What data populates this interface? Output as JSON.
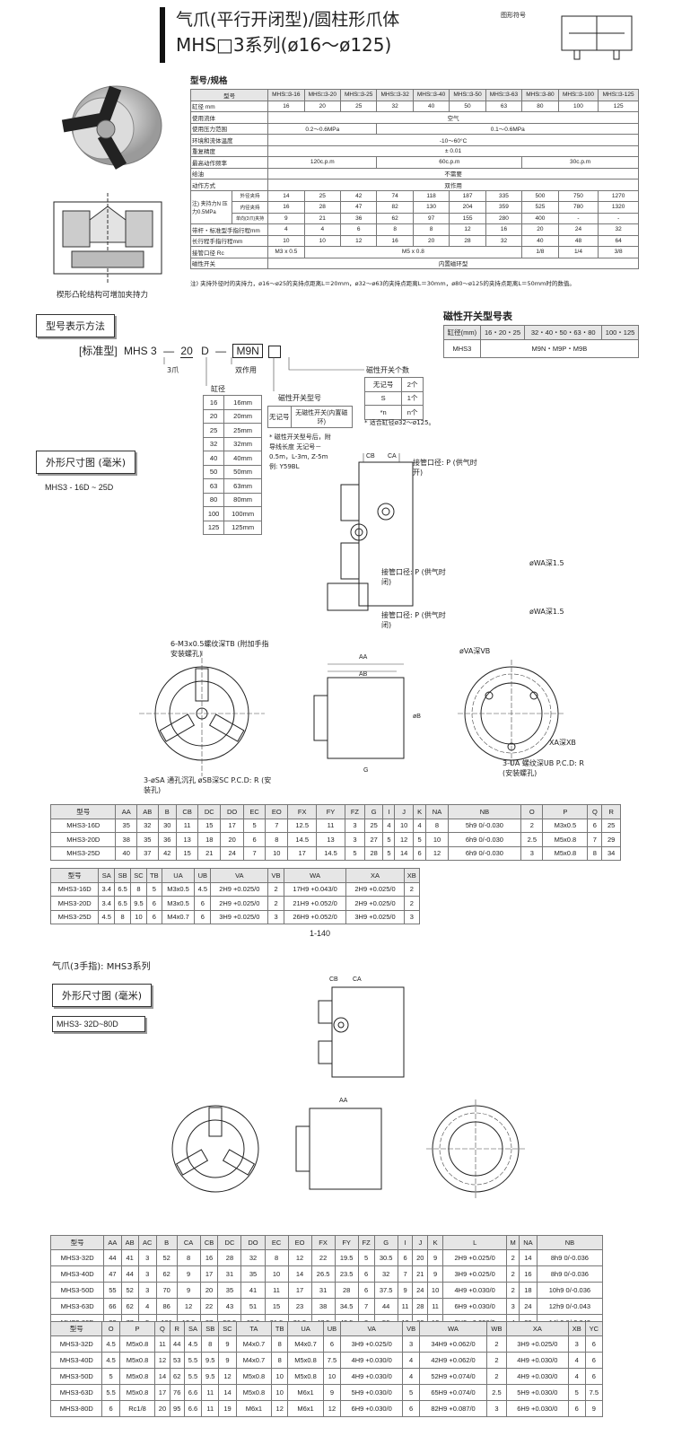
{
  "header": {
    "title1": "气爪(平行开闭型)/圆柱形爪体",
    "title2": "MHS□3系列(ø16～ø125)",
    "symbol_label": "图形符号"
  },
  "spec": {
    "section_title": "型号/规格",
    "rows": [
      [
        "型号",
        "MHS□3-16",
        "MHS□3-20",
        "MHS□3-25",
        "MHS□3-32",
        "MHS□3-40",
        "MHS□3-50",
        "MHS□3-63",
        "MHS□3-80",
        "MHS□3-100",
        "MHS□3-125"
      ],
      [
        "缸径 mm",
        "16",
        "20",
        "25",
        "32",
        "40",
        "50",
        "63",
        "80",
        "100",
        "125"
      ]
    ],
    "medium_label": "使用流体",
    "medium": "空气",
    "pressure_label": "使用压力范围",
    "pressure_a": "0.2～0.6MPa",
    "pressure_b": "0.1～0.6MPa",
    "temp_label": "环境和流体温度",
    "temp": "-10～60°C",
    "repeat_label": "重复精度",
    "repeat": "± 0.01",
    "freq_label": "最高动作频率",
    "freq_a": "120c.p.m",
    "freq_b": "60c.p.m",
    "freq_c": "30c.p.m",
    "lube_label": "给油",
    "lube": "不需要",
    "action_label": "动作方式",
    "action": "双作用",
    "force_label": "注) 夹持力N 压力0.5MPa",
    "force_out_label": "外径夹持",
    "force_in_label": "内径夹持",
    "force_r_label": "单向(3爪)夹持",
    "force_out": [
      "14",
      "25",
      "42",
      "74",
      "118",
      "187",
      "335",
      "500",
      "750",
      "1270"
    ],
    "force_in": [
      "16",
      "28",
      "47",
      "82",
      "130",
      "204",
      "359",
      "525",
      "780",
      "1320"
    ],
    "force_r": [
      "9",
      "21",
      "36",
      "62",
      "97",
      "155",
      "280",
      "400",
      "-",
      "-"
    ],
    "stroke1_label": "带杆・标准型手指行程mm",
    "stroke1": [
      "4",
      "4",
      "6",
      "8",
      "8",
      "12",
      "16",
      "20",
      "24",
      "32"
    ],
    "stroke2_label": "长行程手指行程mm",
    "stroke2": [
      "10",
      "10",
      "12",
      "16",
      "20",
      "28",
      "32",
      "40",
      "48",
      "64"
    ],
    "port_label": "接管口径 Rc",
    "port_a": "M3 x 0.5",
    "port_b": "M5 x 0.8",
    "port_c": "1/8",
    "port_d": "1/4",
    "port_e": "3/8",
    "switch_label": "磁性开关",
    "switch": "内置磁环型",
    "note": "注) 夹持外径时的夹持力，ø16～ø25的夹持点距离L＝20mm，ø32～ø63的夹持点距离L＝30mm，ø80～ø125的夹持点距离L＝50mm时的数值。",
    "photo_caption": "楔形凸轮结构可增加夹持力"
  },
  "order": {
    "section_title": "型号表示方法",
    "code_std": "[标准型]",
    "code_mhs": "MHS",
    "code_3": "3",
    "code_dash1": "—",
    "code_bore": "20",
    "code_d": "D",
    "code_dash2": "—",
    "code_sw": "M9N",
    "label_3claw": "3爪",
    "label_double": "双作用",
    "bore_title": "缸径",
    "bores": [
      [
        "16",
        "16mm"
      ],
      [
        "20",
        "20mm"
      ],
      [
        "25",
        "25mm"
      ],
      [
        "32",
        "32mm"
      ],
      [
        "40",
        "40mm"
      ],
      [
        "50",
        "50mm"
      ],
      [
        "63",
        "63mm"
      ],
      [
        "80",
        "80mm"
      ],
      [
        "100",
        "100mm"
      ],
      [
        "125",
        "125mm"
      ]
    ],
    "sw_title": "磁性开关型号",
    "sw_none_key": "无记号",
    "sw_none_val": "无磁性开关(内置磁环)",
    "sw_note": "* 磁性开关型号后，附导线长度 无记号－0.5m，L-3m, Z-5m 例: Y59BL",
    "qty_title": "磁性开关个数",
    "qty": [
      [
        "无记号",
        "2个"
      ],
      [
        "S",
        "1个"
      ],
      [
        "*n",
        "n个"
      ]
    ],
    "qty_note": "* 适合缸径ø32～ø125。"
  },
  "switch_table": {
    "title": "磁性开关型号表",
    "head": [
      "缸径(mm)",
      "16・20・25",
      "32・40・50・63・80",
      "100・125"
    ],
    "row": [
      "MHS3",
      "M9N・M9P・M9B"
    ]
  },
  "dim1": {
    "section_title": "外形尺寸图 (毫米)",
    "range": "MHS3 - 16D ~ 25D",
    "callouts": {
      "port_open": "接管口径: P (供气时开)",
      "port_close": "接管口径: P (供气时闭)",
      "port_close2": "接管口径: P (供气时闭)",
      "mount": "6-M3x0.5螺纹深TB (附加手指安装螺孔)",
      "sa": "3-øSA 通孔沉孔 øSB深SC P.C.D: R (安装孔)",
      "wa": "øWA深1.5",
      "wa2": "øWA深1.5",
      "va": "øVA深VB",
      "xa": "XA深XB",
      "ua": "3-UA 螺纹深UB P.C.D: R (安装螺孔)"
    },
    "table1_head": [
      "型号",
      "AA",
      "AB",
      "B",
      "CB",
      "DC",
      "DO",
      "EC",
      "EO",
      "FX",
      "FY",
      "FZ",
      "G",
      "I",
      "J",
      "K",
      "NA",
      "NB",
      "O",
      "P",
      "Q",
      "R"
    ],
    "table1": [
      [
        "MHS3-16D",
        "35",
        "32",
        "30",
        "11",
        "15",
        "17",
        "5",
        "7",
        "12.5",
        "11",
        "3",
        "25",
        "4",
        "10",
        "4",
        "8",
        "5h9 0/-0.030",
        "2",
        "M3x0.5",
        "6",
        "25"
      ],
      [
        "MHS3-20D",
        "38",
        "35",
        "36",
        "13",
        "18",
        "20",
        "6",
        "8",
        "14.5",
        "13",
        "3",
        "27",
        "5",
        "12",
        "5",
        "10",
        "6h9 0/-0.030",
        "2.5",
        "M5x0.8",
        "7",
        "29"
      ],
      [
        "MHS3-25D",
        "40",
        "37",
        "42",
        "15",
        "21",
        "24",
        "7",
        "10",
        "17",
        "14.5",
        "5",
        "28",
        "5",
        "14",
        "6",
        "12",
        "6h9 0/-0.030",
        "3",
        "M5x0.8",
        "8",
        "34"
      ]
    ],
    "table2_head": [
      "型号",
      "SA",
      "SB",
      "SC",
      "TB",
      "UA",
      "UB",
      "VA",
      "VB",
      "WA",
      "XA",
      "XB"
    ],
    "table2": [
      [
        "MHS3-16D",
        "3.4",
        "6.5",
        "8",
        "5",
        "M3x0.5",
        "4.5",
        "2H9 +0.025/0",
        "2",
        "17H9 +0.043/0",
        "2H9 +0.025/0",
        "2"
      ],
      [
        "MHS3-20D",
        "3.4",
        "6.5",
        "9.5",
        "6",
        "M3x0.5",
        "6",
        "2H9 +0.025/0",
        "2",
        "21H9 +0.052/0",
        "2H9 +0.025/0",
        "2"
      ],
      [
        "MHS3-25D",
        "4.5",
        "8",
        "10",
        "6",
        "M4x0.7",
        "6",
        "3H9 +0.025/0",
        "3",
        "26H9 +0.052/0",
        "3H9 +0.025/0",
        "3"
      ]
    ],
    "page_no": "1-140"
  },
  "dim2": {
    "series_title": "气爪(3手指): MHS3系列",
    "section_title": "外形尺寸图 (毫米)",
    "range": "MHS3- 32D~80D",
    "table1_head": [
      "型号",
      "AA",
      "AB",
      "AC",
      "B",
      "CA",
      "CB",
      "DC",
      "DO",
      "EC",
      "EO",
      "FX",
      "FY",
      "FZ",
      "G",
      "I",
      "J",
      "K",
      "L",
      "M",
      "NA",
      "NB"
    ],
    "table1": [
      [
        "MHS3-32D",
        "44",
        "41",
        "3",
        "52",
        "8",
        "16",
        "28",
        "32",
        "8",
        "12",
        "22",
        "19.5",
        "5",
        "30.5",
        "6",
        "20",
        "9",
        "2H9 +0.025/0",
        "2",
        "14",
        "8h9 0/-0.036"
      ],
      [
        "MHS3-40D",
        "47",
        "44",
        "3",
        "62",
        "9",
        "17",
        "31",
        "35",
        "10",
        "14",
        "26.5",
        "23.5",
        "6",
        "32",
        "7",
        "21",
        "9",
        "3H9 +0.025/0",
        "2",
        "16",
        "8h9 0/-0.036"
      ],
      [
        "MHS3-50D",
        "55",
        "52",
        "3",
        "70",
        "9",
        "20",
        "35",
        "41",
        "11",
        "17",
        "31",
        "28",
        "6",
        "37.5",
        "9",
        "24",
        "10",
        "4H9 +0.030/0",
        "2",
        "18",
        "10h9 0/-0.036"
      ],
      [
        "MHS3-63D",
        "66",
        "62",
        "4",
        "86",
        "12",
        "22",
        "43",
        "51",
        "15",
        "23",
        "38",
        "34.5",
        "7",
        "44",
        "11",
        "28",
        "11",
        "6H9 +0.030/0",
        "3",
        "24",
        "12h9 0/-0.043"
      ],
      [
        "MHS3-80D",
        "82",
        "77",
        "5",
        "106",
        "13.5",
        "27",
        "53.5",
        "63.5",
        "21.5",
        "31.5",
        "47.5",
        "43.5",
        "8",
        "56",
        "12",
        "32",
        "12",
        "8H9 +0.036/0",
        "4",
        "28",
        "14h9 0/-0.043"
      ]
    ],
    "table2_head": [
      "型号",
      "O",
      "P",
      "Q",
      "R",
      "SA",
      "SB",
      "SC",
      "TA",
      "TB",
      "UA",
      "UB",
      "VA",
      "VB",
      "WA",
      "WB",
      "XA",
      "XB",
      "YC"
    ],
    "table2": [
      [
        "MHS3-32D",
        "4.5",
        "M5x0.8",
        "11",
        "44",
        "4.5",
        "8",
        "9",
        "M4x0.7",
        "8",
        "M4x0.7",
        "6",
        "3H9 +0.025/0",
        "3",
        "34H9 +0.062/0",
        "2",
        "3H9 +0.025/0",
        "3",
        "6"
      ],
      [
        "MHS3-40D",
        "4.5",
        "M5x0.8",
        "12",
        "53",
        "5.5",
        "9.5",
        "9",
        "M4x0.7",
        "8",
        "M5x0.8",
        "7.5",
        "4H9 +0.030/0",
        "4",
        "42H9 +0.062/0",
        "2",
        "4H9 +0.030/0",
        "4",
        "6"
      ],
      [
        "MHS3-50D",
        "5",
        "M5x0.8",
        "14",
        "62",
        "5.5",
        "9.5",
        "12",
        "M5x0.8",
        "10",
        "M5x0.8",
        "10",
        "4H9 +0.030/0",
        "4",
        "52H9 +0.074/0",
        "2",
        "4H9 +0.030/0",
        "4",
        "6"
      ],
      [
        "MHS3-63D",
        "5.5",
        "M5x0.8",
        "17",
        "76",
        "6.6",
        "11",
        "14",
        "M5x0.8",
        "10",
        "M6x1",
        "9",
        "5H9 +0.030/0",
        "5",
        "65H9 +0.074/0",
        "2.5",
        "5H9 +0.030/0",
        "5",
        "7.5"
      ],
      [
        "MHS3-80D",
        "6",
        "Rc1/8",
        "20",
        "95",
        "6.6",
        "11",
        "19",
        "M6x1",
        "12",
        "M6x1",
        "12",
        "6H9 +0.030/0",
        "6",
        "82H9 +0.087/0",
        "3",
        "6H9 +0.030/0",
        "6",
        "9"
      ]
    ]
  }
}
